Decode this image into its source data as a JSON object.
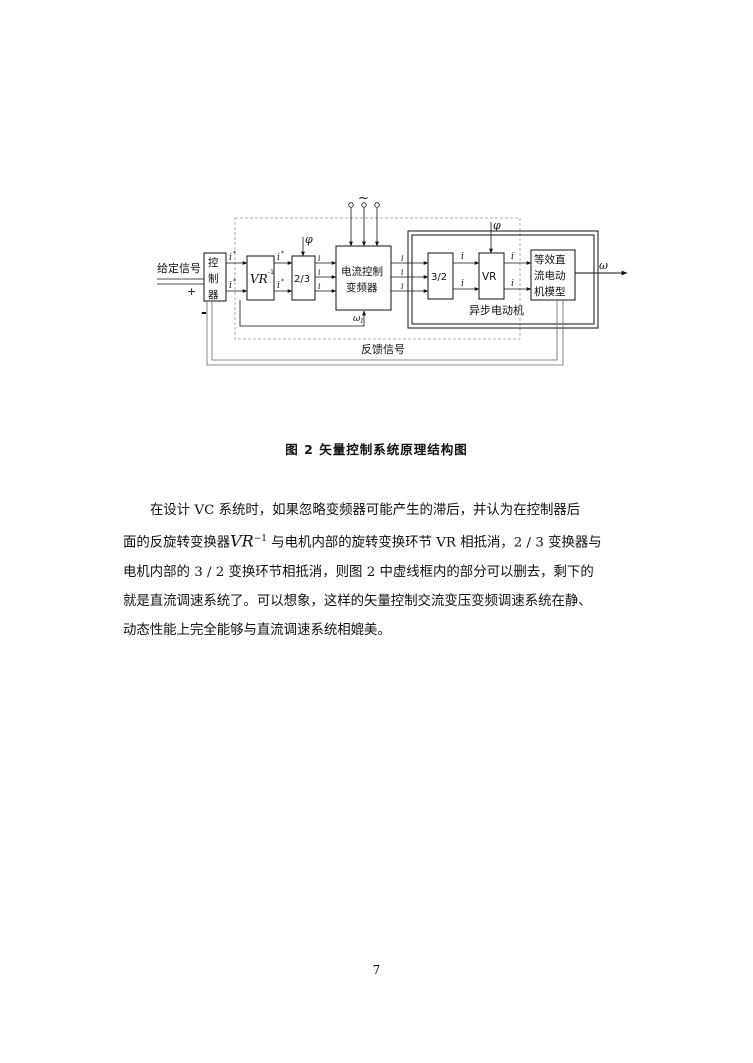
{
  "diagram": {
    "labels": {
      "input_signal": "给定信号",
      "plus": "+",
      "minus": "-",
      "controller_1": "控",
      "controller_2": "制",
      "controller_3": "器",
      "vr_inverse": "VR",
      "vr_inverse_sup": "-1",
      "conv_23": "2/3",
      "inverter_1": "电流控制",
      "inverter_2": "变频器",
      "conv_32": "3/2",
      "vr": "VR",
      "dc_model_1": "等效直",
      "dc_model_2": "流电动",
      "dc_model_3": "机模型",
      "async_motor": "异步电动机",
      "feedback": "反馈信号",
      "ac_source": "~",
      "phi_1": "φ",
      "phi_2": "φ",
      "omega_out": "ω",
      "omega_1": "ω",
      "omega_1_sub": "1",
      "i_m1_star": "i",
      "i_t1_star": "i",
      "i_alpha_star": "i",
      "i_beta_star": "i",
      "i_a_star": "i",
      "i_b_star": "i",
      "i_c_star": "i",
      "i_a": "i",
      "i_b": "i",
      "i_c": "i",
      "i_alpha": "i",
      "i_beta": "i",
      "i_t": "i",
      "i_m": "i"
    }
  },
  "caption": "图 2  矢量控制系统原理结构图",
  "paragraph": {
    "line1": "在设计 VC 系统时，如果忽略变频器可能产生的滞后，并认为在控制器后",
    "line2_pre": "面的反旋转变换器",
    "line2_vr": "VR",
    "line2_sup": "−1",
    "line2_post": " 与电机内部的旋转变换环节 VR 相抵消，2 / 3 变换器与",
    "line3": "电机内部的 3 / 2 变换环节相抵消，则图 2 中虚线框内的部分可以删去，剩下的",
    "line4": "就是直流调速系统了。可以想象，这样的矢量控制交流变压变频调速系统在静、",
    "line5": "动态性能上完全能够与直流调速系统相媲美。"
  },
  "page_number": "7"
}
